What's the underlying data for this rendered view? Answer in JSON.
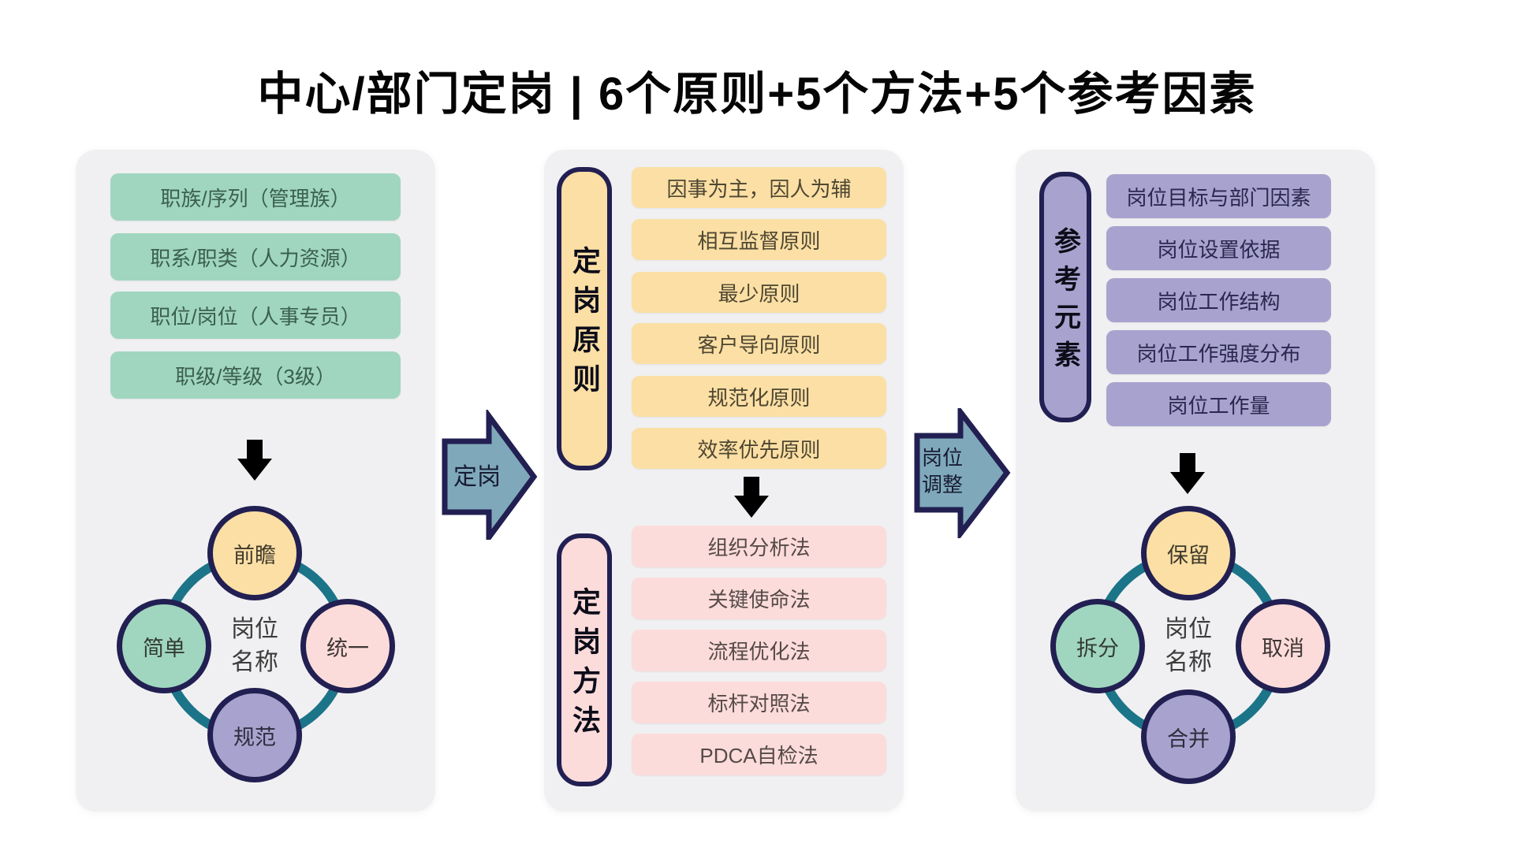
{
  "title": "中心/部门定岗 | 6个原则+5个方法+5个参考因素",
  "left_panel": {
    "levels": [
      "职族/序列（管理族）",
      "职系/职类（人力资源）",
      "职位/岗位（人事专员）",
      "职级/等级（3级）"
    ],
    "cycle": {
      "top": "前瞻",
      "left": "简单",
      "right": "统一",
      "bottom": "规范",
      "center": "岗位名称"
    }
  },
  "flow_arrows": {
    "to_middle": "定岗",
    "to_right": "岗位调整"
  },
  "middle_panel": {
    "principles": {
      "tab": "定岗原则",
      "items": [
        "因事为主，因人为辅",
        "相互监督原则",
        "最少原则",
        "客户导向原则",
        "规范化原则",
        "效率优先原则"
      ]
    },
    "methods": {
      "tab": "定岗方法",
      "items": [
        "组织分析法",
        "关键使命法",
        "流程优化法",
        "标杆对照法",
        "PDCA自检法"
      ]
    }
  },
  "right_panel": {
    "reference": {
      "tab": "参考元素",
      "items": [
        "岗位目标与部门因素",
        "岗位设置依据",
        "岗位工作结构",
        "岗位工作强度分布",
        "岗位工作量"
      ]
    },
    "cycle": {
      "top": "保留",
      "left": "拆分",
      "right": "取消",
      "bottom": "合并",
      "center": "岗位名称"
    }
  },
  "colors": {
    "panel_bg": "#f0f0f2",
    "green": "#a0d6bf",
    "yellow": "#fbdfa4",
    "pink": "#fbdcda",
    "purple": "#a8a3ce",
    "navy_border": "#221f52",
    "teal_ring": "#1c7489",
    "flow_arrow_fill": "#7fa9ba"
  }
}
